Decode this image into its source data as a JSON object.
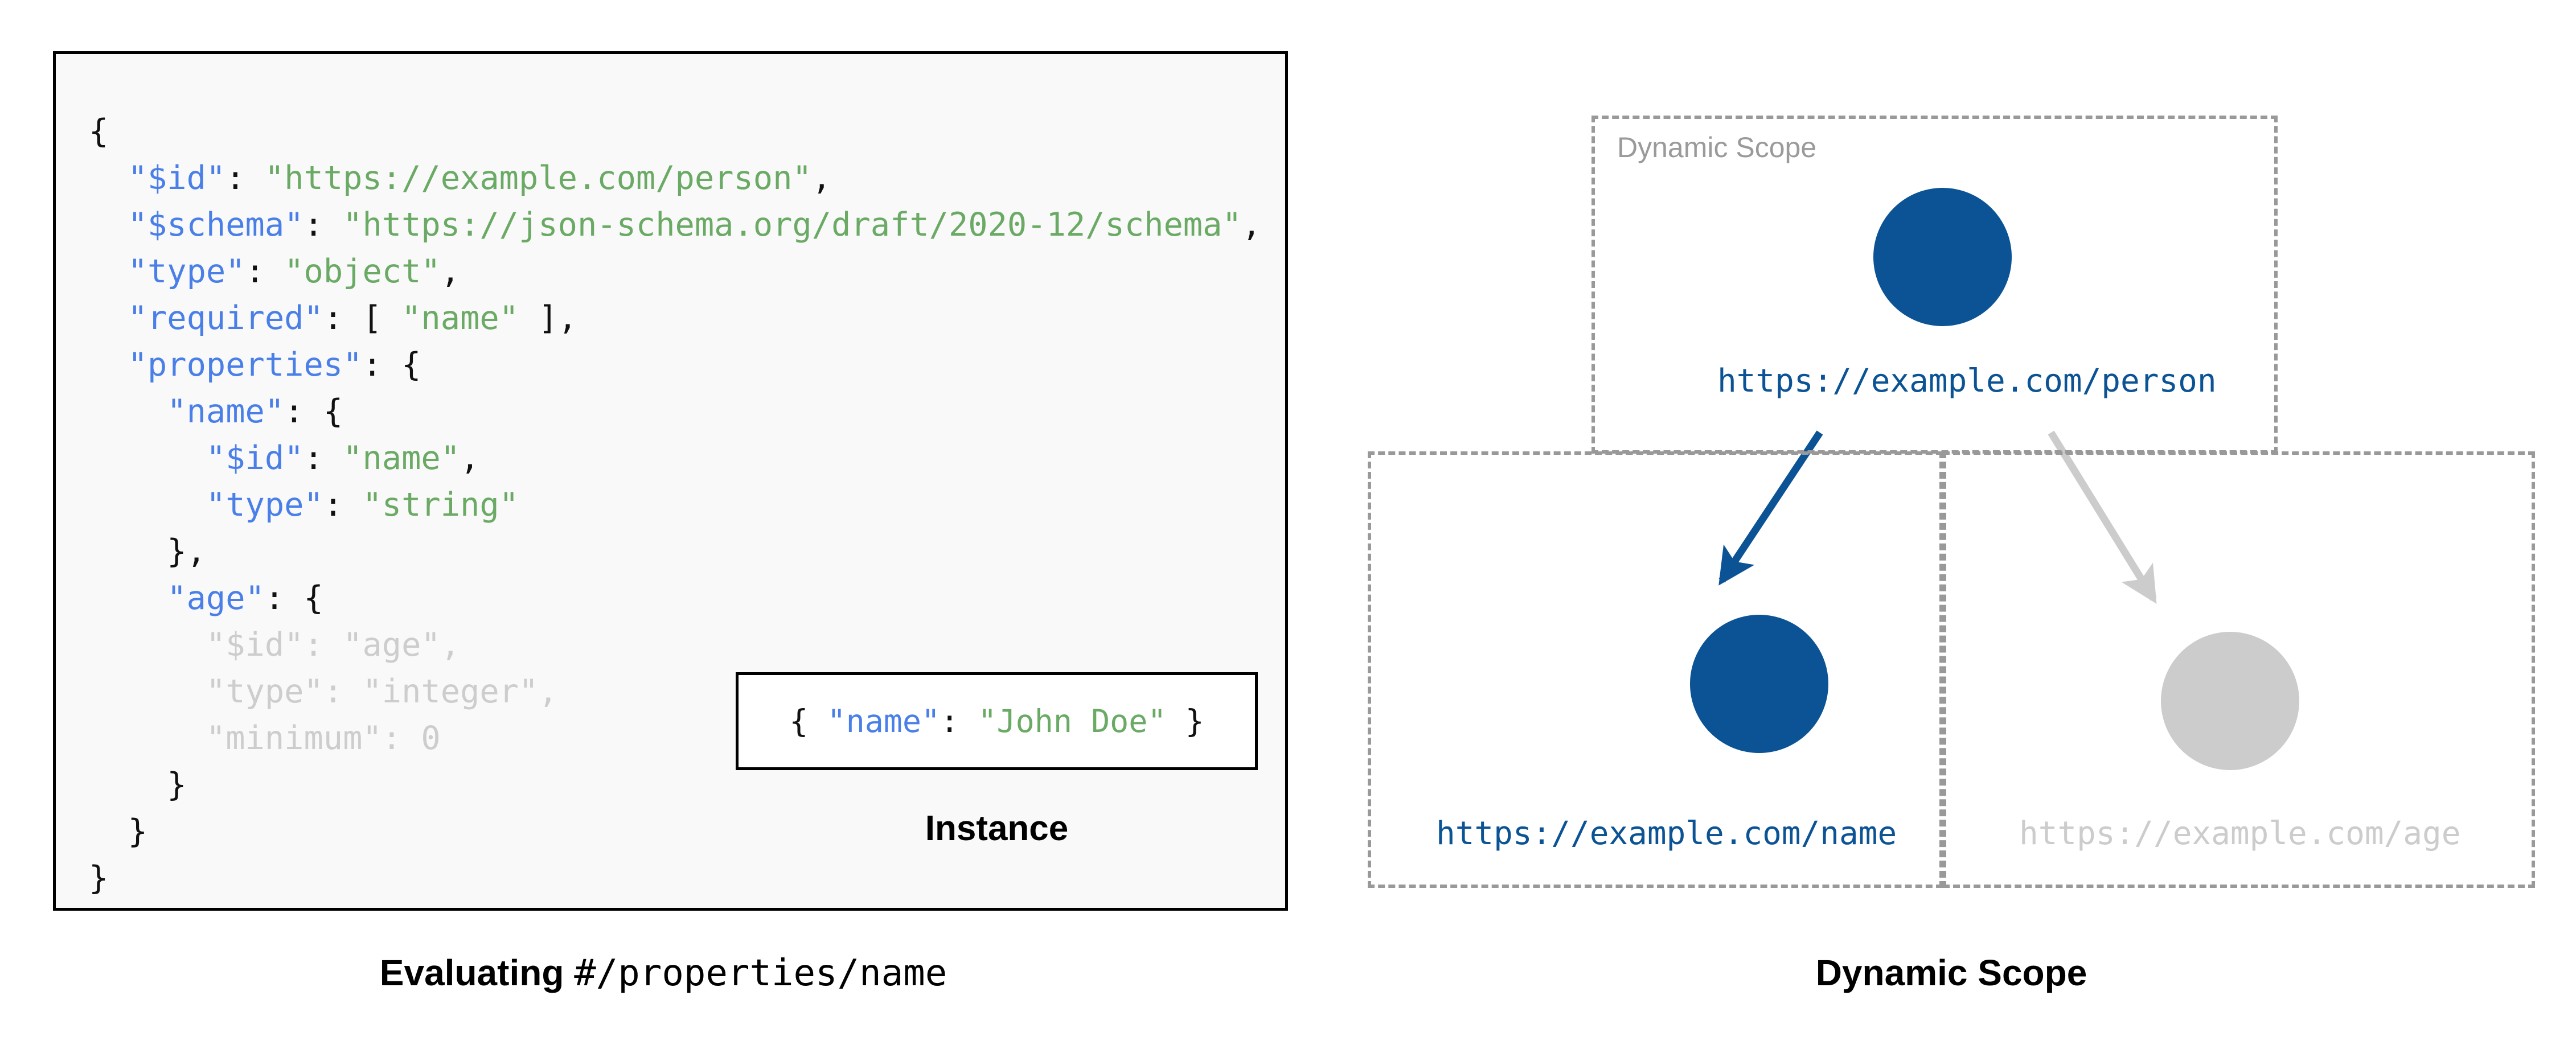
{
  "figure": {
    "left_caption_bold": "Evaluating ",
    "left_caption_mono": "#/properties/name",
    "right_caption": "Dynamic Scope"
  },
  "schema_panel": {
    "code_lines": [
      "{",
      "  \"$id\": \"https://example.com/person\",",
      "  \"$schema\": \"https://json-schema.org/draft/2020-12/schema\",",
      "  \"type\": \"object\",",
      "  \"required\": [ \"name\" ],",
      "  \"properties\": {",
      "    \"name\": {",
      "      \"$id\": \"name\",",
      "      \"type\": \"string\"",
      "    },",
      "    \"age\": {",
      "      \"$id\": \"age\",",
      "      \"type\": \"integer\",",
      "      \"minimum\": 0",
      "    }",
      "  }",
      "}"
    ],
    "dimmed_lines": [
      11,
      12,
      13
    ],
    "colors": {
      "key": "#4a7fe8",
      "string": "#6aaa64",
      "punctuation": "#111111",
      "dimmed": "#cdcdcd",
      "background": "#f9f9f9",
      "border": "#000000"
    }
  },
  "instance_panel": {
    "code": "{ \"name\": \"John Doe\" }",
    "key": "\"name\"",
    "value": "\"John Doe\"",
    "caption": "Instance"
  },
  "dynamic_scope_diagram": {
    "scope_label": "Dynamic Scope",
    "nodes": [
      {
        "id": "person",
        "label": "https://example.com/person",
        "color": "#0b5394",
        "state": "active"
      },
      {
        "id": "name",
        "label": "https://example.com/name",
        "color": "#0b5394",
        "state": "active"
      },
      {
        "id": "age",
        "label": "https://example.com/age",
        "color": "#cccccc",
        "state": "inactive"
      }
    ],
    "edges": [
      {
        "from": "person",
        "to": "name",
        "color": "#0b5394",
        "state": "active"
      },
      {
        "from": "person",
        "to": "age",
        "color": "#cccccc",
        "state": "inactive"
      }
    ],
    "colors": {
      "active": "#0b5394",
      "inactive": "#cccccc",
      "scope_border": "#999999",
      "scope_label": "#9a9a9a"
    }
  }
}
